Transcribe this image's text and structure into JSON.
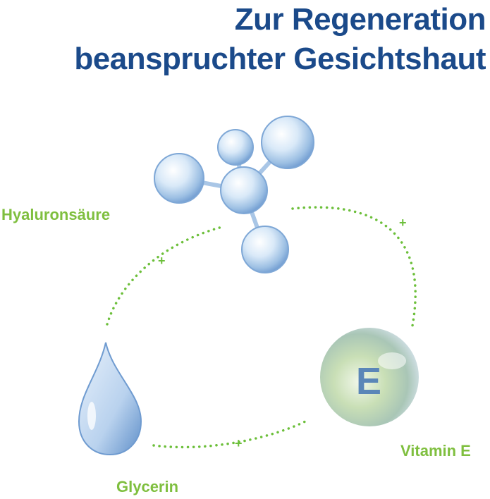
{
  "headline": {
    "line1": "Zur Regeneration",
    "line2": "beanspruchter Gesichtshaut"
  },
  "ingredients": [
    {
      "name": "Hyaluronsäure",
      "icon": "molecule-icon"
    },
    {
      "name": "Vitamin E",
      "icon": "vitamin-e-sphere-icon",
      "letter": "E"
    },
    {
      "name": "Glycerin",
      "icon": "water-drop-icon"
    }
  ],
  "connectors": [
    "+",
    "+",
    "+"
  ],
  "colors": {
    "headline": "#1b4a8a",
    "label": "#7fbf3f",
    "dots": "#6cbf3a"
  }
}
